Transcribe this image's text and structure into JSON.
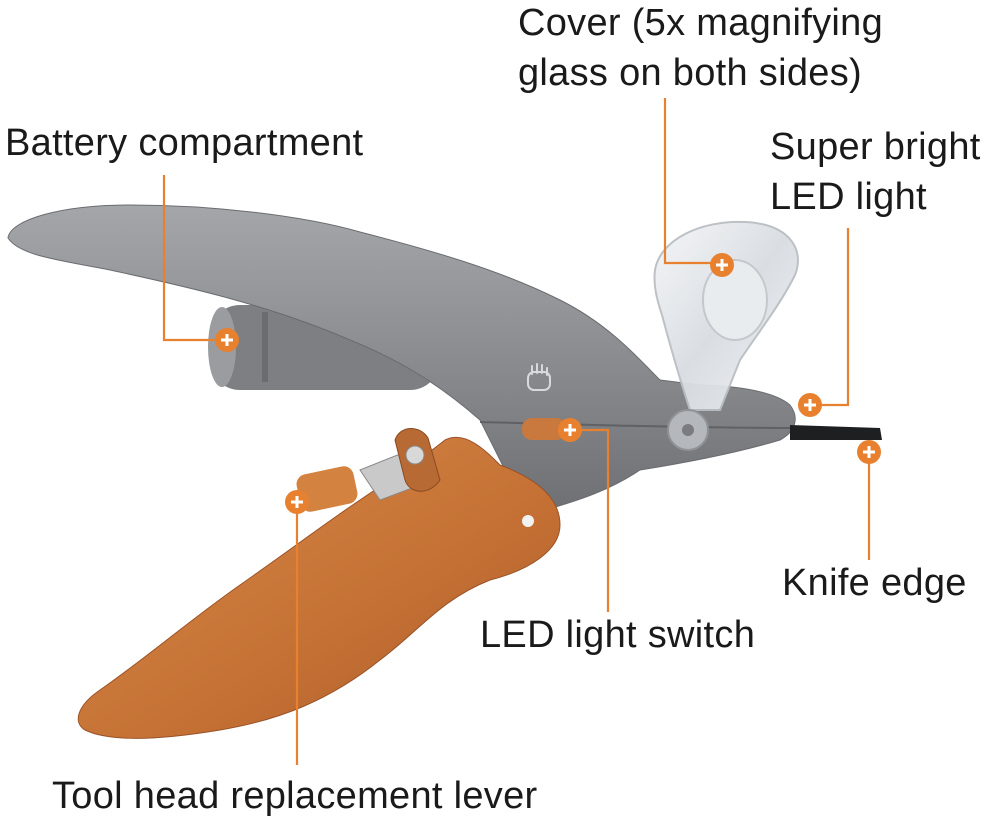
{
  "labels": {
    "cover": {
      "line1": "Cover (5x magnifying",
      "line2": "glass on both sides)"
    },
    "battery": {
      "line1": "Battery compartment"
    },
    "led_light": {
      "line1": "Super bright",
      "line2": "LED light"
    },
    "knife": {
      "line1": "Knife edge"
    },
    "led_switch": {
      "line1": "LED light switch"
    },
    "lever": {
      "line1": "Tool head replacement lever"
    }
  },
  "colors": {
    "leader": "#e8812f",
    "marker": "#e8812f",
    "body_gray": "#8c8e92",
    "handle_orange": "#c9793d",
    "text": "#1a1a1a"
  },
  "icons": [
    "plus-marker-icon",
    "hand-icon"
  ]
}
